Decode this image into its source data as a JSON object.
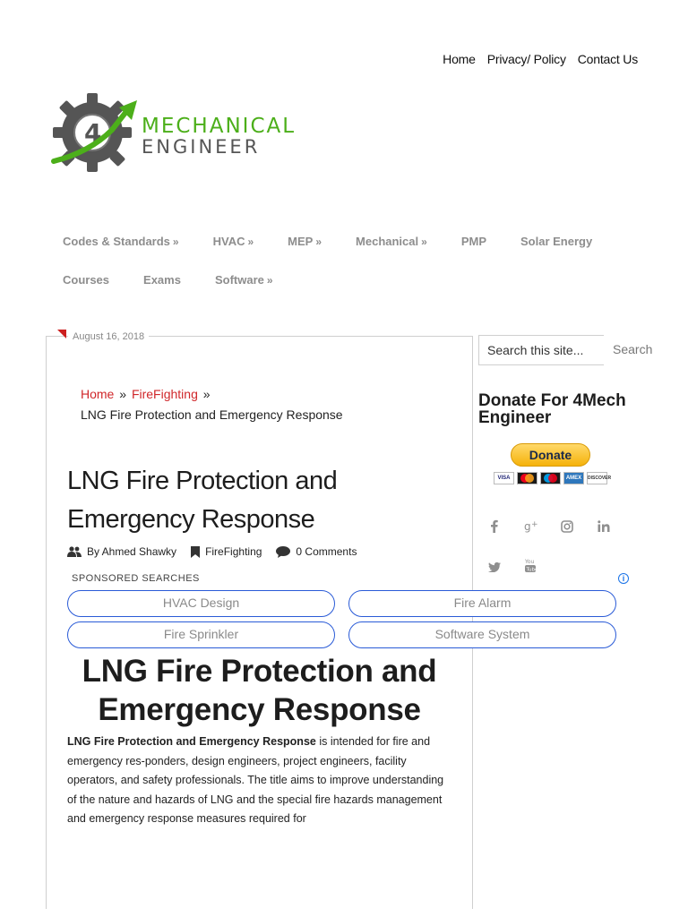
{
  "top_nav": {
    "items": [
      "Home",
      "Privacy/ Policy",
      "Contact Us"
    ]
  },
  "logo": {
    "line1": "MECHANICAL",
    "line2": "ENGINEER",
    "badge": "4",
    "colors": {
      "green": "#4caf1a",
      "gray": "#555555"
    }
  },
  "menu": {
    "row1": [
      {
        "label": "Codes & Standards",
        "has_chevron": true
      },
      {
        "label": "HVAC",
        "has_chevron": true
      },
      {
        "label": "MEP",
        "has_chevron": true
      },
      {
        "label": "Mechanical",
        "has_chevron": true
      },
      {
        "label": "PMP",
        "has_chevron": false
      },
      {
        "label": "Solar Energy",
        "has_chevron": false
      }
    ],
    "row2": [
      {
        "label": "Courses",
        "has_chevron": false
      },
      {
        "label": "Exams",
        "has_chevron": false
      },
      {
        "label": "Software",
        "has_chevron": true
      }
    ],
    "chevron": "»"
  },
  "article": {
    "date": "August 16, 2018",
    "breadcrumb": {
      "home": "Home",
      "category": "FireFighting",
      "separator": "»",
      "current": "LNG Fire Protection and Emergency Response"
    },
    "title": "LNG Fire Protection and Emergency Response",
    "meta": {
      "author": "By Ahmed Shawky",
      "category": "FireFighting",
      "comments": "0 Comments"
    },
    "content_title": "LNG Fire Protection and Emergency Response",
    "body_bold": "LNG Fire Protection and Emergency Response",
    "body_rest": " is intended for fire and emergency res-ponders, design engineers, project engineers, facility operators, and safety professionals. The title aims to improve understanding of the nature and hazards of LNG and the special fire hazards management and emergency response measures required for"
  },
  "ads": {
    "label": "SPONSORED SEARCHES",
    "info_icon": "i",
    "pills": [
      "HVAC Design",
      "Fire Alarm",
      "Fire Sprinkler",
      "Software System"
    ]
  },
  "sidebar": {
    "search_placeholder": "Search this site...",
    "search_button": "Search",
    "donate_heading": "Donate For 4Mech Engineer",
    "donate_button": "Donate",
    "cards": [
      "VISA",
      "MC",
      "MAESTRO",
      "AMEX",
      "DISCOVER"
    ],
    "social_icons": [
      "facebook-icon",
      "google-plus-icon",
      "instagram-icon",
      "linkedin-icon",
      "twitter-icon",
      "youtube-icon"
    ]
  },
  "colors": {
    "accent_red": "#d0272a",
    "menu_gray": "#8d8d8d",
    "pill_border": "#2a5bd7"
  }
}
